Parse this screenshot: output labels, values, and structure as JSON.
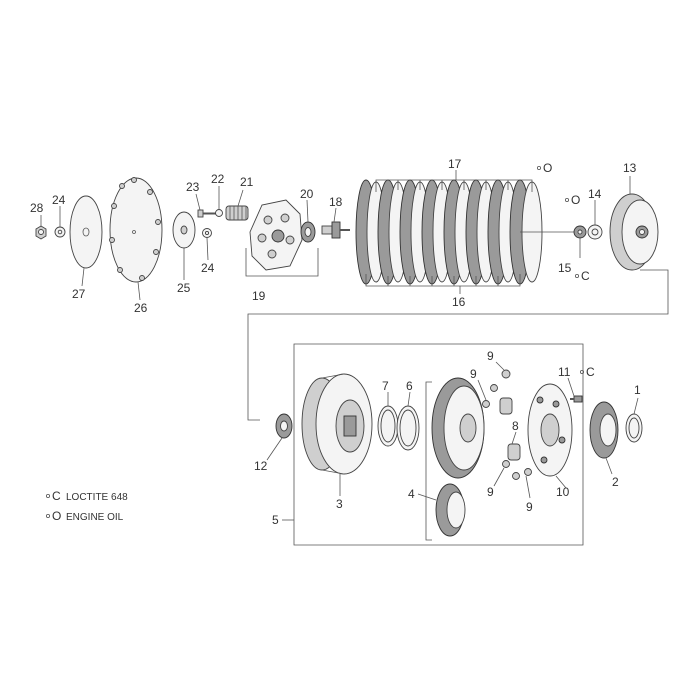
{
  "part_labels": {
    "p1": "1",
    "p2": "2",
    "p3": "3",
    "p4": "4",
    "p5": "5",
    "p6": "6",
    "p7": "7",
    "p8": "8",
    "p9a": "9",
    "p9b": "9",
    "p9c": "9",
    "p9d": "9",
    "p10": "10",
    "p11": "11",
    "p12": "12",
    "p13": "13",
    "p14": "14",
    "p15": "15",
    "p16": "16",
    "p17": "17",
    "p18": "18",
    "p19": "19",
    "p20": "20",
    "p21": "21",
    "p22": "22",
    "p23": "23",
    "p24a": "24",
    "p24b": "24",
    "p25": "25",
    "p26": "26",
    "p27": "27",
    "p28": "28"
  },
  "symbols": {
    "loctite": "C",
    "oil": "O"
  },
  "legend": {
    "loctite": "LOCTITE 648",
    "oil": "ENGINE OIL"
  },
  "colors": {
    "line": "#555555",
    "part_fill": "#f4f4f4",
    "dark_fill": "#9a9a9a",
    "mid_fill": "#cfcfcf"
  }
}
